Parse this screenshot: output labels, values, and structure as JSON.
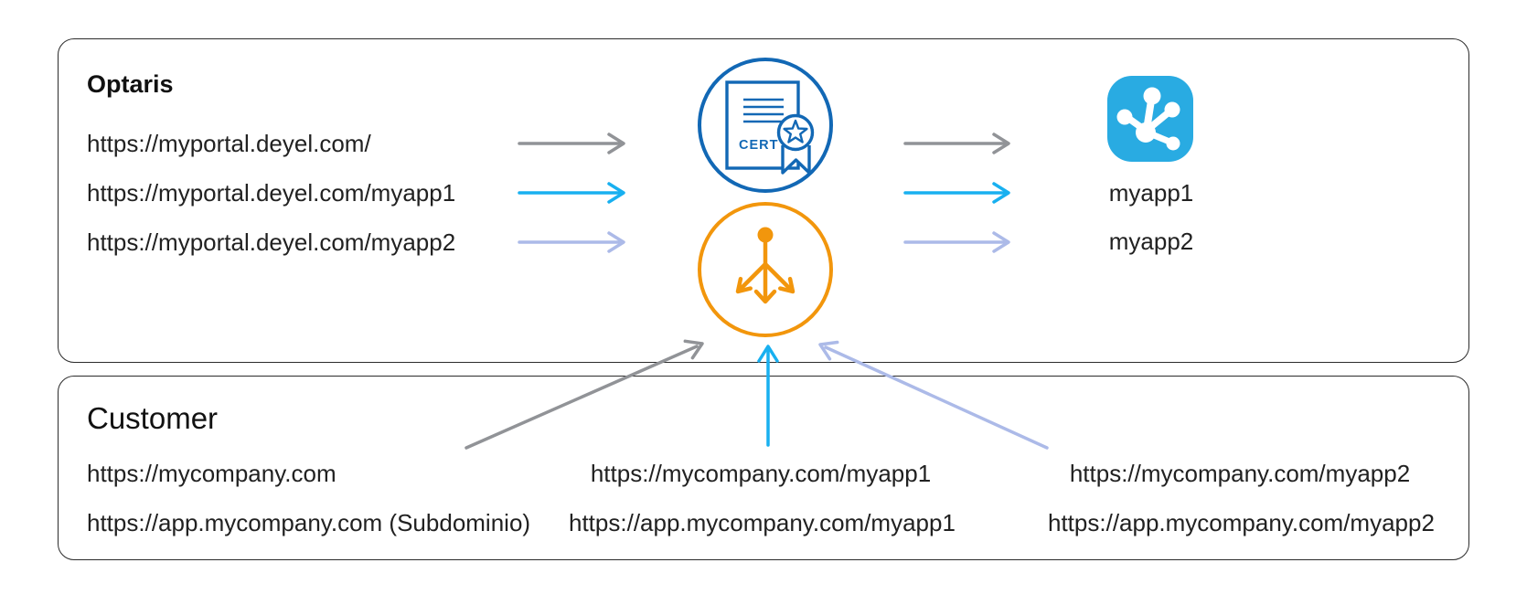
{
  "diagram": {
    "optaris": {
      "title": "Optaris",
      "urls": [
        {
          "label": "https://myportal.deyel.com/"
        },
        {
          "label": "https://myportal.deyel.com/myapp1"
        },
        {
          "label": "https://myportal.deyel.com/myapp2"
        }
      ],
      "apps": [
        {
          "label": "myapp1"
        },
        {
          "label": "myapp2"
        }
      ]
    },
    "customer": {
      "title": "Customer",
      "columns": [
        {
          "rows": [
            {
              "label": "https://mycompany.com"
            },
            {
              "label": "https://app.mycompany.com (Subdominio)"
            }
          ]
        },
        {
          "rows": [
            {
              "label": "https://mycompany.com/myapp1"
            },
            {
              "label": "https://app.mycompany.com/myapp1"
            }
          ]
        },
        {
          "rows": [
            {
              "label": "https://mycompany.com/myapp2"
            },
            {
              "label": "https://app.mycompany.com/myapp2"
            }
          ]
        }
      ]
    },
    "certificate": {
      "label": "CERT"
    },
    "colors": {
      "flow_gray": "#919397",
      "flow_cyan": "#18B0F0",
      "flow_periwinkle": "#ACBAE8",
      "certificate_blue": "#1268B5",
      "load_balancer_orange": "#F2960C",
      "app_icon_cyan": "#29ABE2",
      "icon_white": "#FFFFFF",
      "text": "#212121",
      "panel_border": "#2B2B2B"
    }
  }
}
